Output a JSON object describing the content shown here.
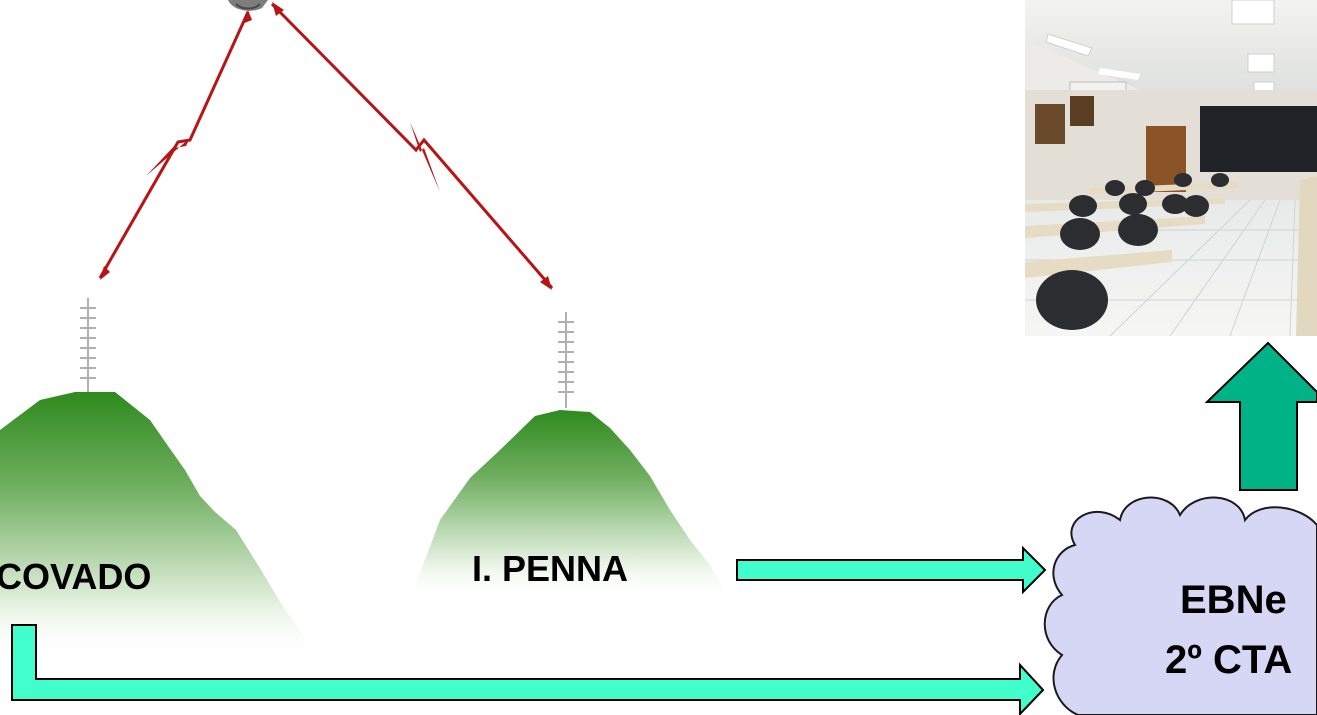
{
  "labels": {
    "site_left": "COVADO",
    "site_right": "I. PENNA",
    "cloud_line1": "EBNe",
    "cloud_line2": "2º CTA"
  },
  "colors": {
    "radio_link": "#b81414",
    "flow_arrow_fill": "#40ffcc",
    "up_arrow_fill": "#00b386",
    "cloud_fill": "#d6d6f5",
    "mountain_top": "#3a8f2a",
    "background": "#ffffff"
  },
  "icons": {
    "satellite": "satellite-icon",
    "antenna": "antenna-tower-icon",
    "room": "control-room-photo"
  }
}
